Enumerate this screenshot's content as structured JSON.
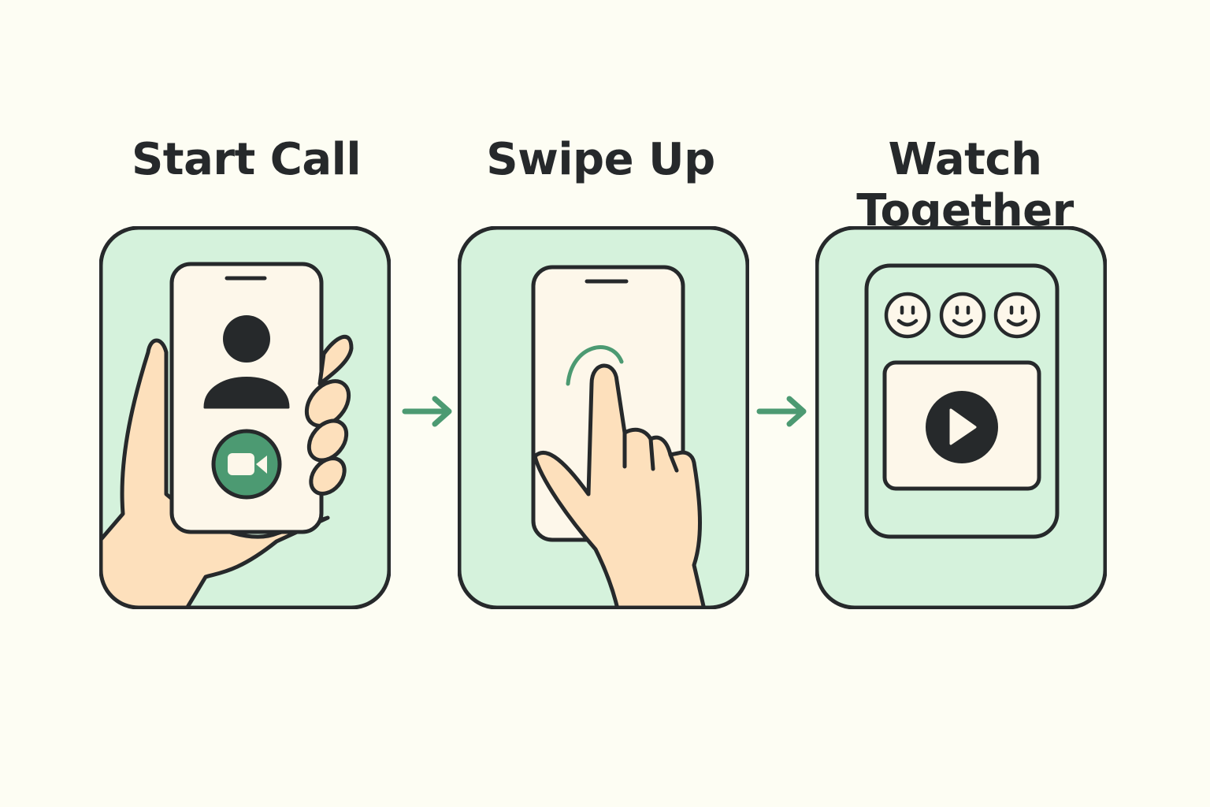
{
  "steps": [
    {
      "title": "Start Call",
      "icon": "video-camera-icon"
    },
    {
      "title": "Swipe Up",
      "icon": "swipe-gesture-icon"
    },
    {
      "title": "Watch Together",
      "icon": "play-icon"
    }
  ],
  "colors": {
    "background": "#fdfdf3",
    "panel_fill": "#d5f2dc",
    "outline": "#26292b",
    "screen_fill": "#fdf7ea",
    "skin": "#fde0bc",
    "accent_green": "#4c9a72"
  }
}
